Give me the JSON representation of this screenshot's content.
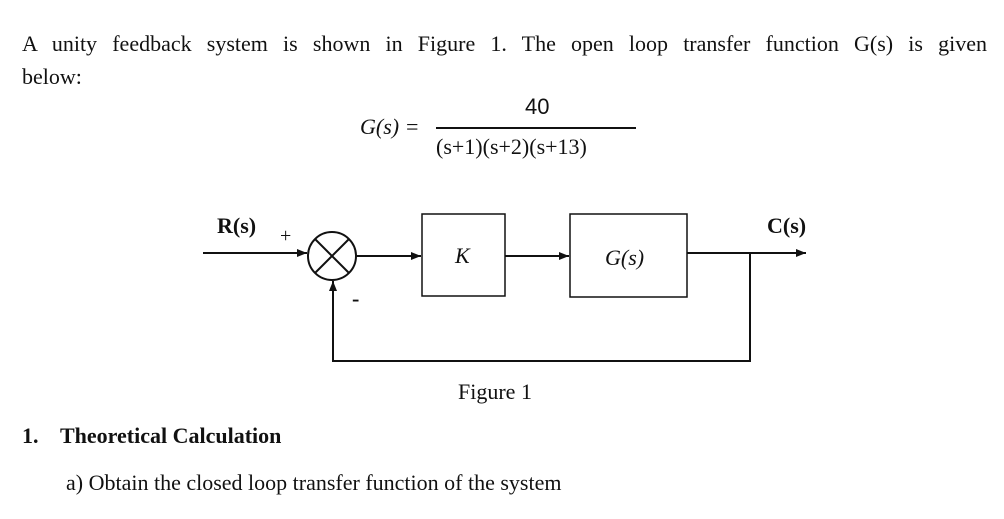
{
  "problem": {
    "intro_line1": "A unity feedback system is shown in Figure 1. The open loop transfer function G(s) is given",
    "intro_line2": "below:",
    "equation": {
      "lhs": "G(s) =",
      "numerator": "40",
      "denominator": "(s+1)(s+2)(s+13)"
    }
  },
  "diagram": {
    "input_label": "R(s)",
    "output_label": "C(s)",
    "plus_sign": "+",
    "minus_sign": "-",
    "controller_label": "K",
    "plant_label": "G(s)",
    "caption": "Figure 1"
  },
  "section": {
    "number": "1.",
    "title": "Theoretical Calculation"
  },
  "question": {
    "label": "a)",
    "text": "Obtain the closed loop transfer function of the system"
  }
}
